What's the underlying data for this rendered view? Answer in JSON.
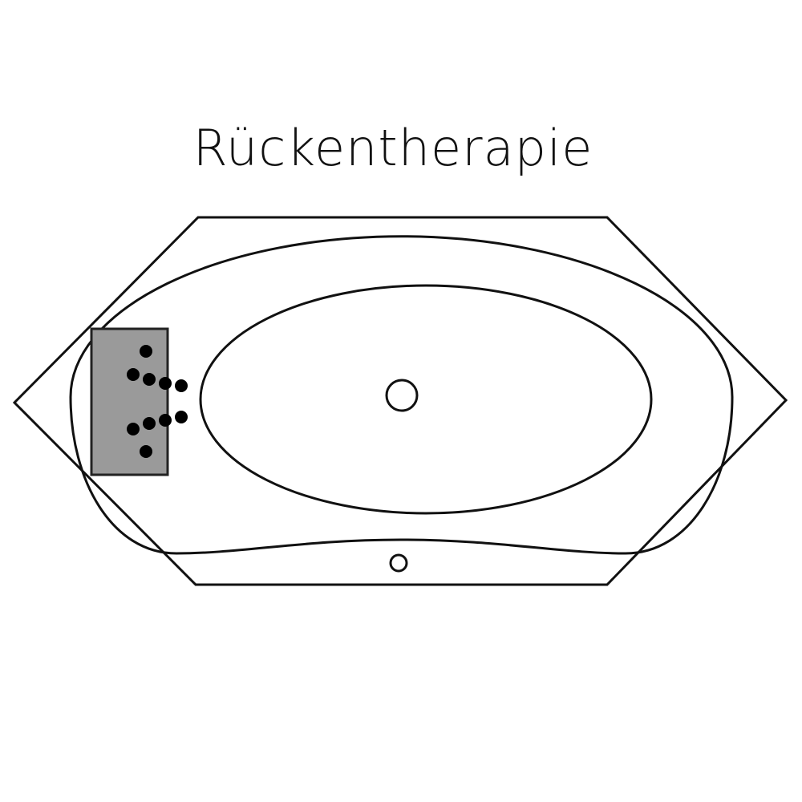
{
  "title": "Rückentherapie",
  "colors": {
    "stroke": "#111111",
    "zone_fill": "#9a9a9a",
    "background": "#ffffff"
  },
  "jets": {
    "count": 10,
    "zone": "back"
  }
}
